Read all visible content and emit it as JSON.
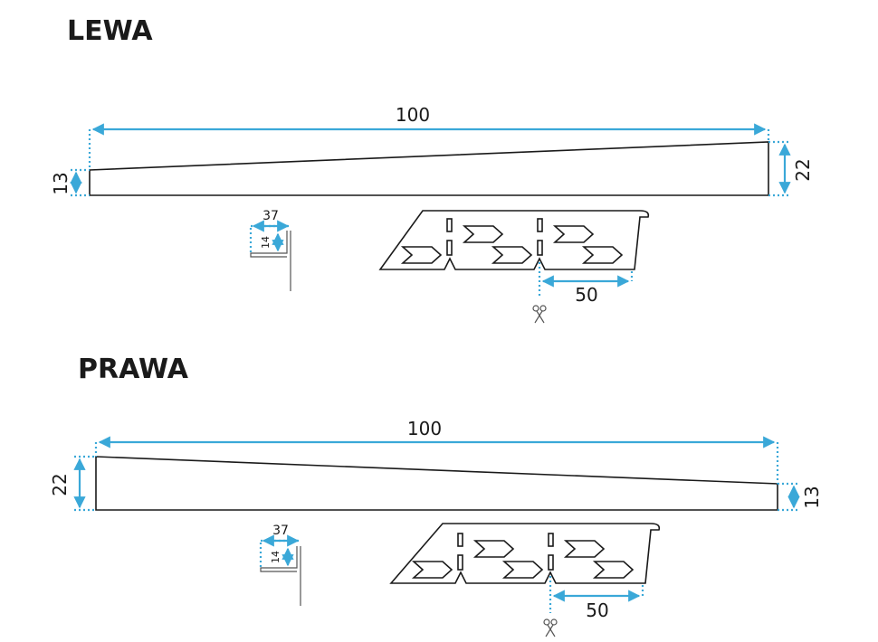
{
  "diagram": {
    "colors": {
      "dimension": "#3aa8d8",
      "line": "#1a1a1a"
    },
    "left_variant": {
      "title": "LEWA",
      "length": "100",
      "height_start": "13",
      "height_end": "22",
      "profile_width": "37",
      "profile_height": "14",
      "segment_length": "50",
      "cut_icon": "scissors-icon"
    },
    "right_variant": {
      "title": "PRAWA",
      "length": "100",
      "height_start": "22",
      "height_end": "13",
      "profile_width": "37",
      "profile_height": "14",
      "segment_length": "50",
      "cut_icon": "scissors-icon"
    }
  }
}
